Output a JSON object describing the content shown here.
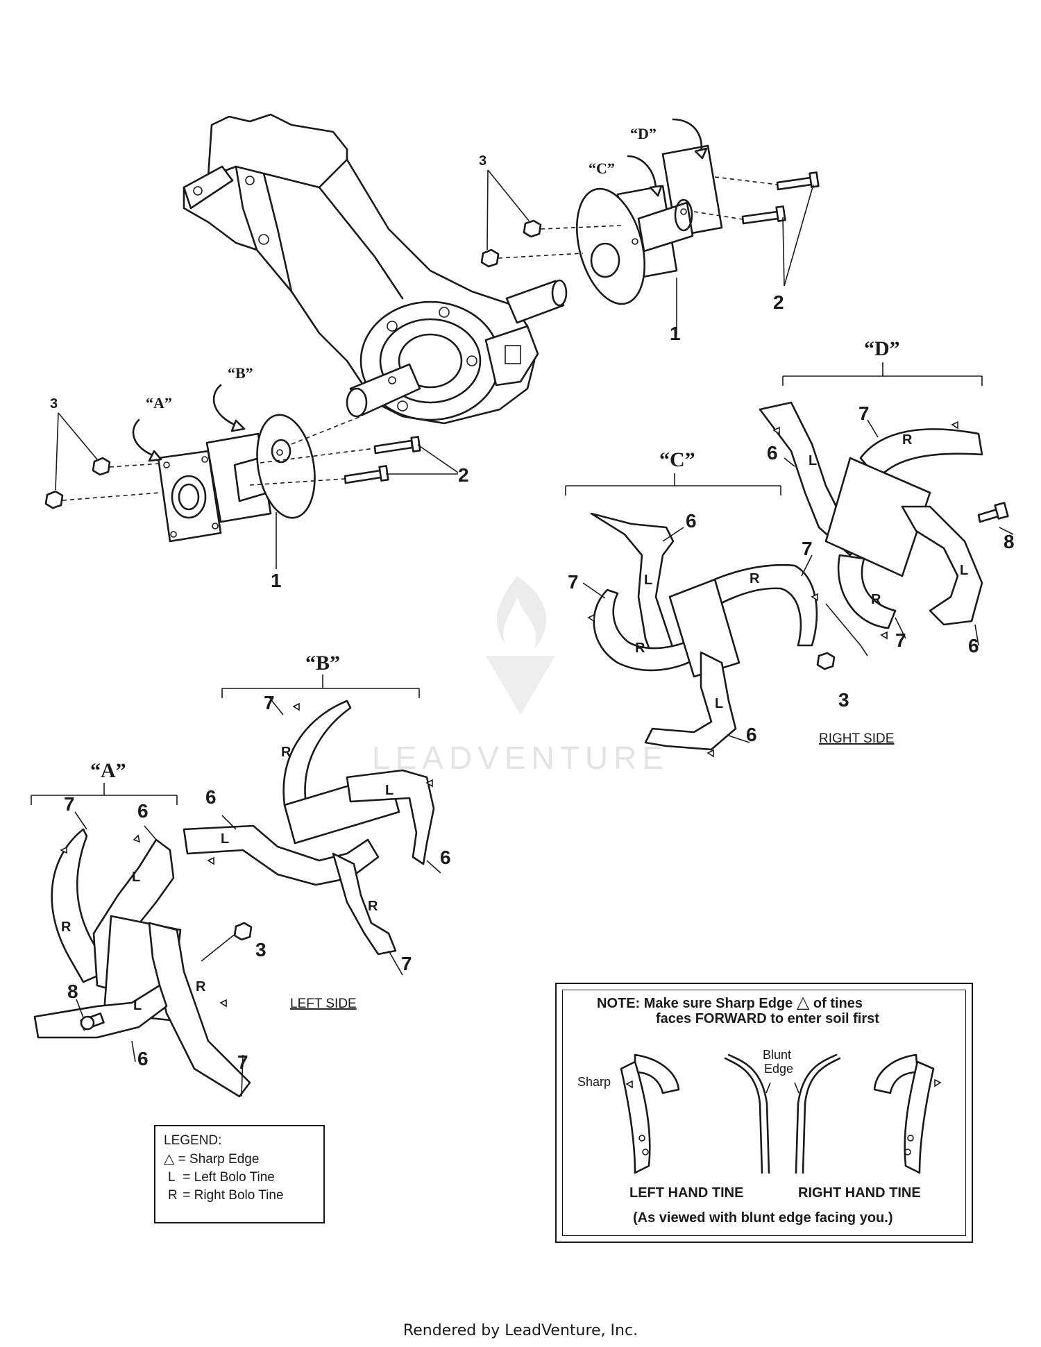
{
  "groups": {
    "a": "“A”",
    "b": "“B”",
    "c": "“C”",
    "d": "“D”"
  },
  "callouts": {
    "n1": "1",
    "n2": "2",
    "n3": "3",
    "n6": "6",
    "n7": "7",
    "n8": "8"
  },
  "tine_marks": {
    "left": "L",
    "right": "R"
  },
  "side_labels": {
    "left": "LEFT SIDE",
    "right": "RIGHT SIDE"
  },
  "legend": {
    "title": "LEGEND:",
    "sharp": "= Sharp Edge",
    "left_prefix": "L",
    "left": "= Left Bolo Tine",
    "right_prefix": "R",
    "right": "= Right Bolo Tine"
  },
  "note": {
    "line1_a": "NOTE:  Make sure Sharp Edge",
    "line1_b": "of tines",
    "line2": "faces FORWARD to enter soil first",
    "sharp": "Sharp",
    "blunt1": "Blunt",
    "blunt2": "Edge",
    "left_hand": "LEFT HAND TINE",
    "right_hand": "RIGHT HAND TINE",
    "viewed": "(As viewed with blunt edge facing you.)"
  },
  "watermark": "LEADVENTURE",
  "footer": "Rendered by LeadVenture, Inc."
}
